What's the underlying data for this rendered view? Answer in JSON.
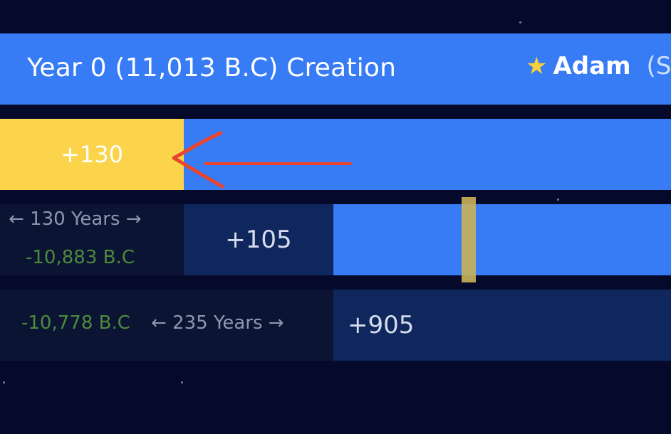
{
  "header": {
    "title": "Year 0 (11,013 B.C) Creation",
    "person_name": "Adam",
    "person_extra": "(S",
    "star_icon": "star-icon"
  },
  "row1": {
    "value": "+130"
  },
  "row2": {
    "years_label": "← 130 Years →",
    "bc_label": "-10,883 B.C",
    "value": "+105"
  },
  "row3": {
    "bc_label": "-10,778 B.C",
    "years_label": "← 235 Years →",
    "value": "+905"
  },
  "colors": {
    "background": "#050a2a",
    "blue": "#377bf5",
    "yellow": "#fbd44c",
    "navy": "#10275e",
    "green": "#4d8a3e",
    "annotation_red": "#e8452c"
  },
  "annotation": {
    "type": "hand-drawn-arrow",
    "direction": "left",
    "color": "#e8452c"
  }
}
